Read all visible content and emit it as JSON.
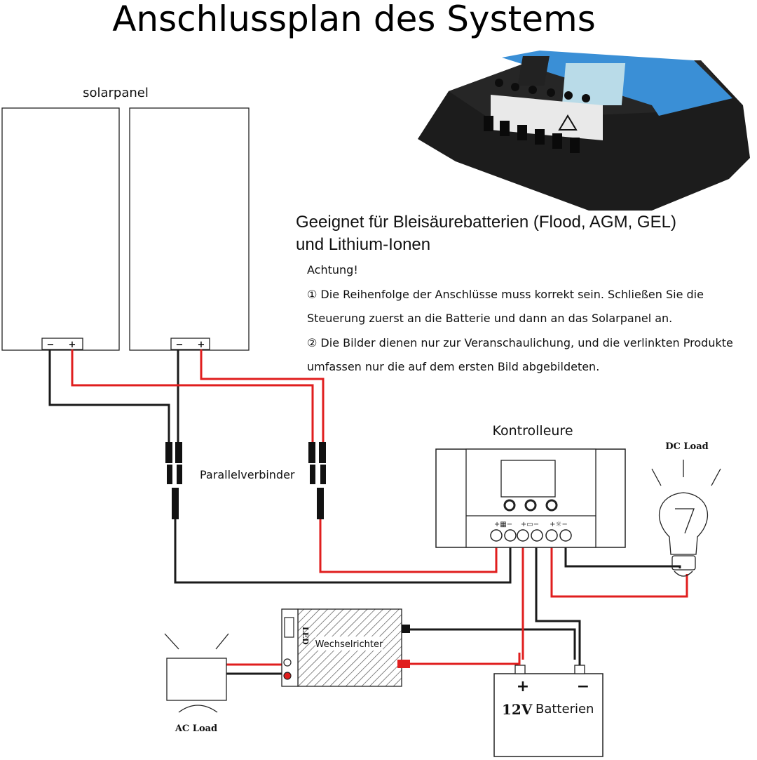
{
  "title": "Anschlussplan des Systems",
  "panels_label": "solarpanel",
  "panel_terminals": {
    "minus": "−",
    "plus": "+"
  },
  "description": "Geeignet für Bleisäurebatterien (Flood, AGM, GEL)",
  "description_line2": "und Lithium-Ionen",
  "note": {
    "heading": "Achtung!",
    "line1": "① Die Reihenfolge der Anschlüsse muss korrekt sein. Schließen Sie die",
    "line2": "Steuerung zuerst an die Batterie und dann an das Solarpanel an.",
    "line3": "② Die Bilder dienen nur zur Veranschaulichung, und die verlinkten Produkte",
    "line4": "umfassen nur die auf dem ersten Bild abgebildeten."
  },
  "labels": {
    "parallel": "Parallelverbinder",
    "controller": "Kontrolleure",
    "dc_load": "DC Load",
    "inverter": "Wechselrichter",
    "ac_load": "AC Load",
    "battery_voltage": "12V",
    "battery": "Batterien",
    "battery_plus": "+",
    "battery_minus": "−",
    "inverter_led": "LED"
  },
  "colors": {
    "wire_positive": "#e01e1e",
    "wire_negative": "#1a1a1a",
    "controller_accent": "#3a8fd6",
    "controller_body": "#2a2a2a"
  }
}
